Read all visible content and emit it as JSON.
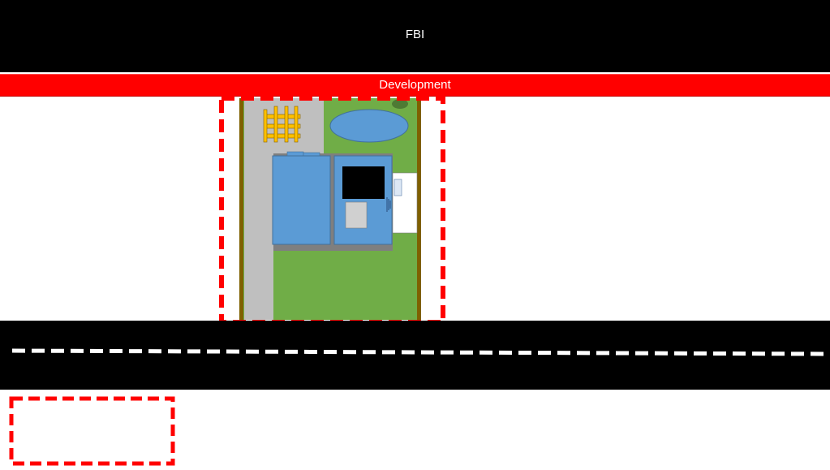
{
  "top_band": {
    "label": "FBI",
    "color": "#000000"
  },
  "development_band": {
    "label": "Development",
    "color": "#ff0000"
  },
  "colors": {
    "lawn": "#70ad47",
    "driveway": "#bfbfbf",
    "building": "#5b9bd5",
    "pool": "#5b9bd5",
    "fence": "#7f6000",
    "playset": "#ffc000",
    "outline": "#ff0000",
    "road": "#000000",
    "road_marking": "#ffffff"
  },
  "icons": [
    "pool",
    "playset",
    "house",
    "garage",
    "shed",
    "road-centerline"
  ]
}
